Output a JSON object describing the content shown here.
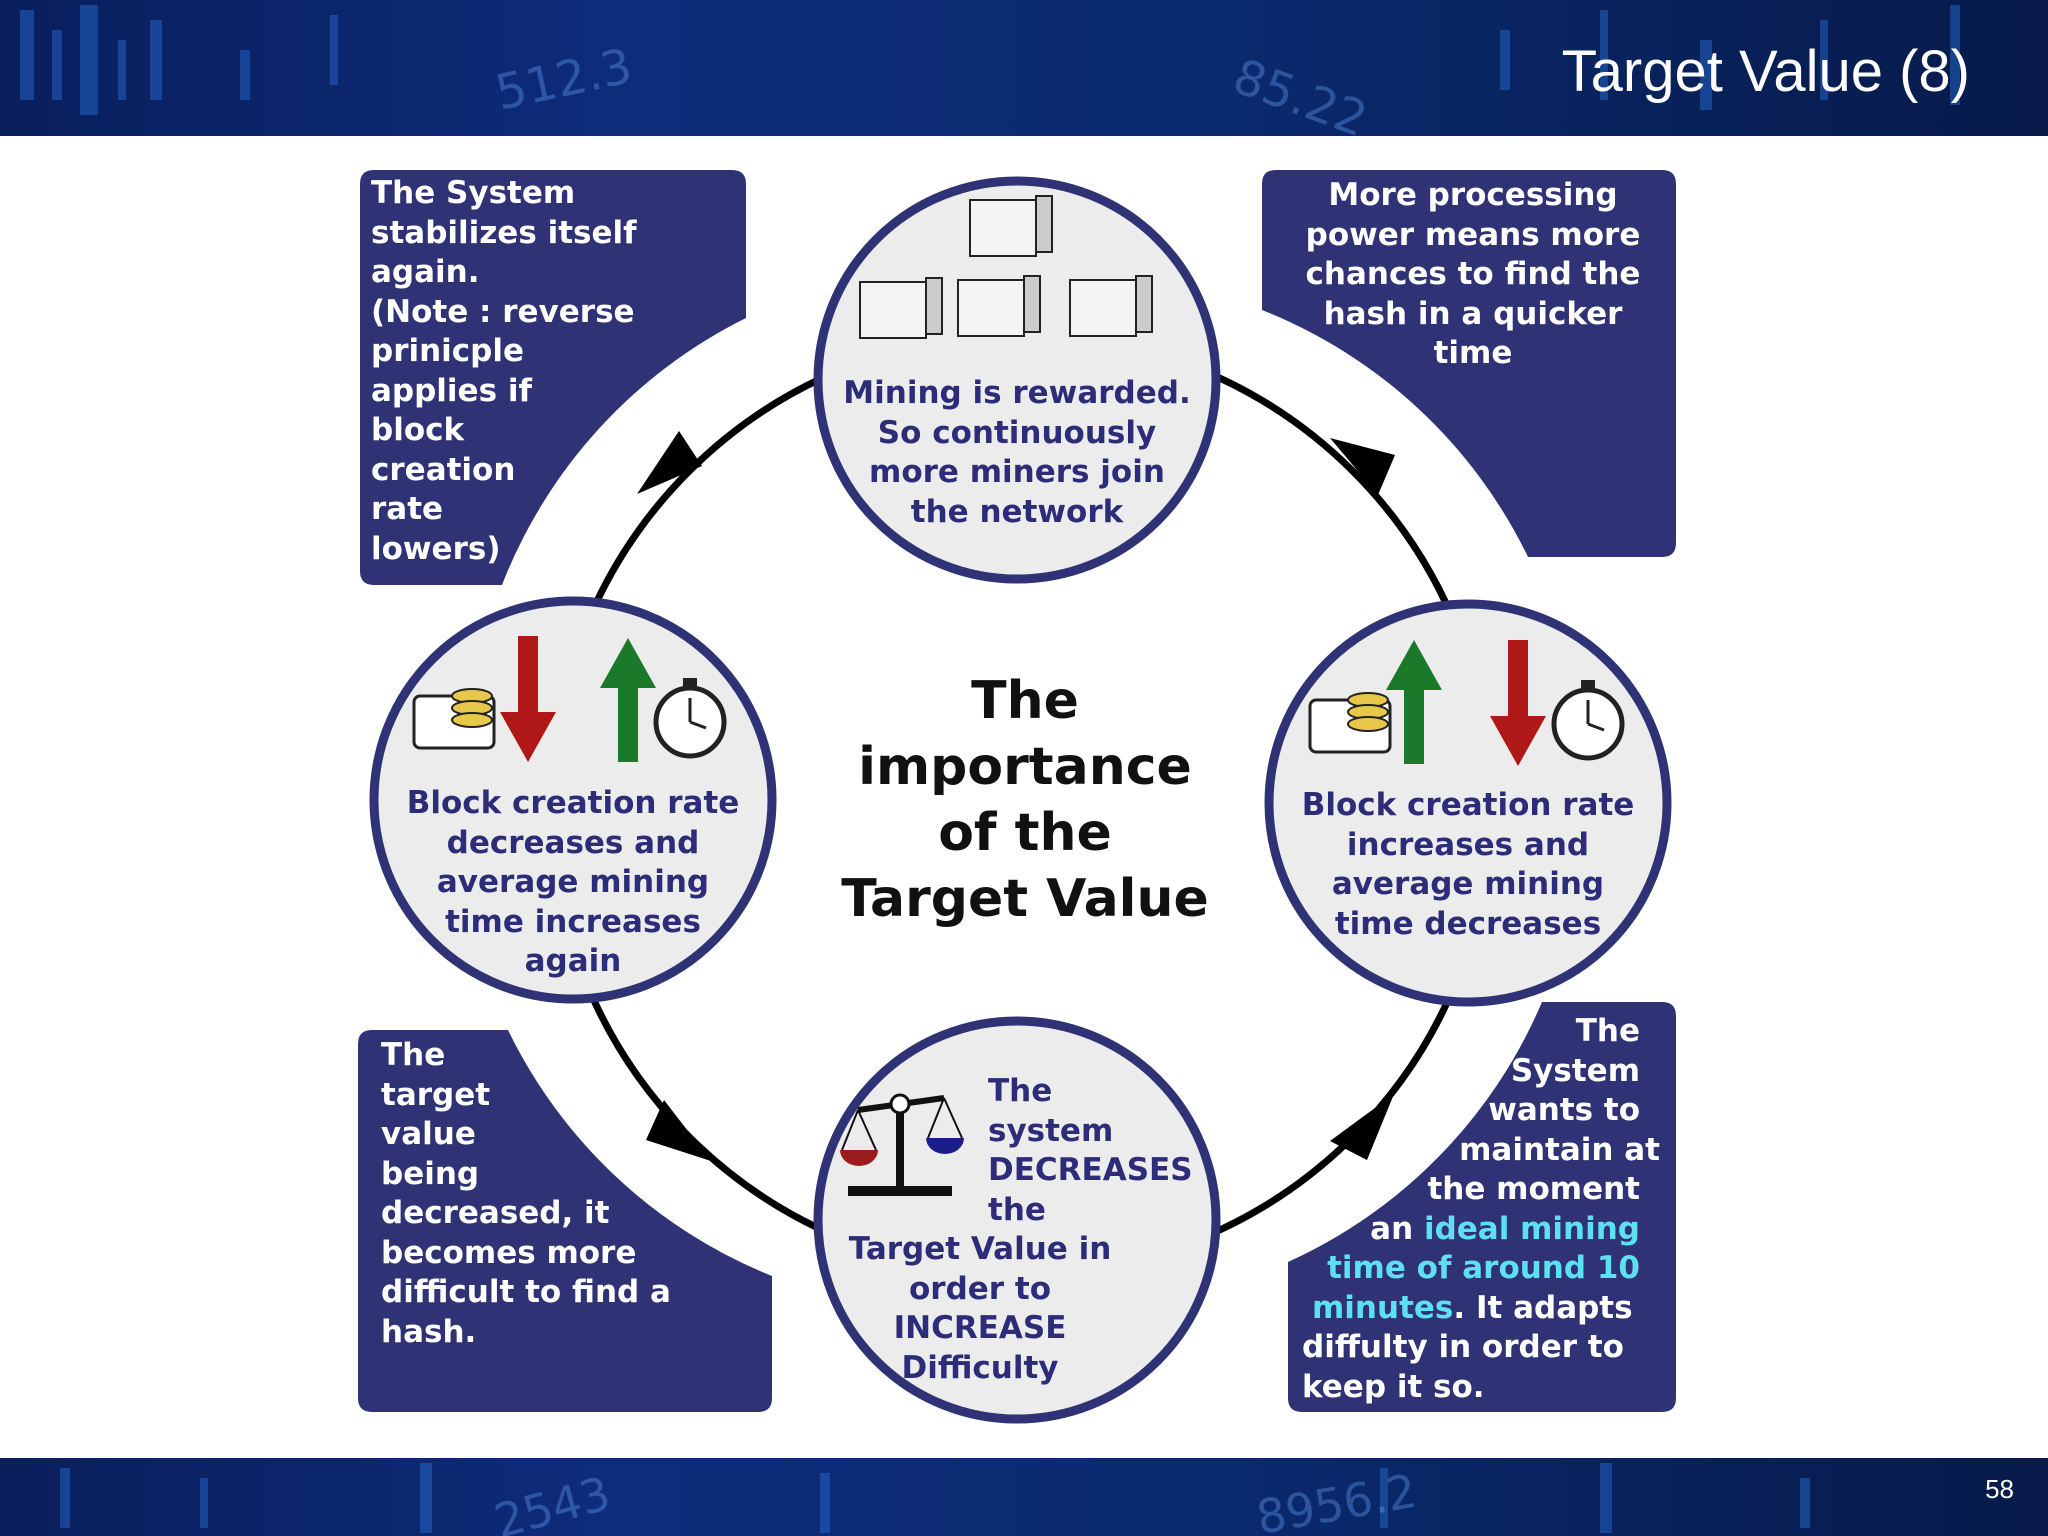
{
  "slide": {
    "title": "Target Value (8)",
    "page_number": "58"
  },
  "diagram": {
    "center_title": "The\nimportance\nof the\nTarget Value",
    "nodes": {
      "top": "Mining is rewarded.\nSo continuously\nmore miners join\nthe network",
      "right": "Block creation rate\nincreases and\naverage mining\ntime decreases",
      "bottom_a": "The\nsystem\nDECREASES\nthe",
      "bottom_b": "Target Value in\norder to\nINCREASE\nDifficulty",
      "left": "Block creation rate\ndecreases and\naverage mining\ntime increases\nagain"
    },
    "panels": {
      "top_left": "The System\nstabilizes itself\nagain.\n(Note : reverse\nprinicple\napplies if\nblock\ncreation\nrate\nlowers)",
      "top_right": "More processing\npower means more\nchances to find the\nhash in a quicker\ntime",
      "bottom_left": "The\ntarget\nvalue\nbeing\ndecreased, it\nbecomes more\ndifficult to find a\nhash.",
      "bottom_right": {
        "l1": "The",
        "l2": "System",
        "l3": "wants to",
        "l4": "maintain at",
        "l5": "the moment",
        "l6a": "an ",
        "l6b": "ideal mining",
        "l7": "time of around 10",
        "l8a": "minutes",
        "l8b": ". It adapts",
        "l9": "diffulty in order to",
        "l10": "keep it so."
      }
    },
    "colors": {
      "panel": "#2f3275",
      "node_fill": "#ececec",
      "node_border": "#2f3275",
      "node_text": "#2c2c78",
      "highlight": "#5ee0f0",
      "arrow_up": "#1a7a2a",
      "arrow_down": "#b01818",
      "banner": "#0a2368"
    }
  }
}
